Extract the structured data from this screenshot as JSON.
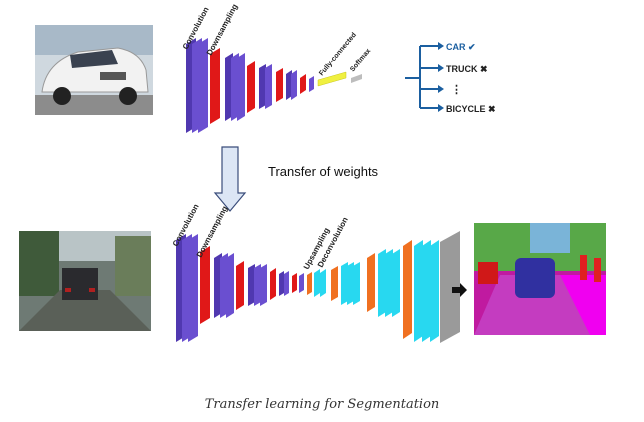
{
  "top_network": {
    "labels": {
      "convolution": "Convolution",
      "downsampling": "Downsampling",
      "fully_connected": "Fully-connected",
      "softmax": "Softmax"
    },
    "outputs": [
      {
        "label": "CAR",
        "mark": "✔"
      },
      {
        "label": "TRUCK",
        "mark": "✖"
      },
      {
        "label": "⋮",
        "mark": ""
      },
      {
        "label": "BICYCLE",
        "mark": "✖"
      }
    ]
  },
  "transfer_label": "Transfer of weights",
  "bottom_network": {
    "labels": {
      "convolution": "Convolution",
      "downsampling": "Downsampling",
      "upsampling": "Upsampling",
      "deconvolution": "Deconvolution"
    }
  },
  "colors": {
    "conv": "#6a4fd0",
    "down": "#e01818",
    "up": "#f07020",
    "deconv": "#28d8f0",
    "fc": "#f0f040",
    "softmax": "#bdbdbd",
    "output_gray": "#9a9a9a",
    "tree": "#1b5fa0",
    "arrow_fill": "#dce6f5",
    "arrow_stroke": "#3a4c7a"
  },
  "caption": "Transfer learning for Segmentation"
}
